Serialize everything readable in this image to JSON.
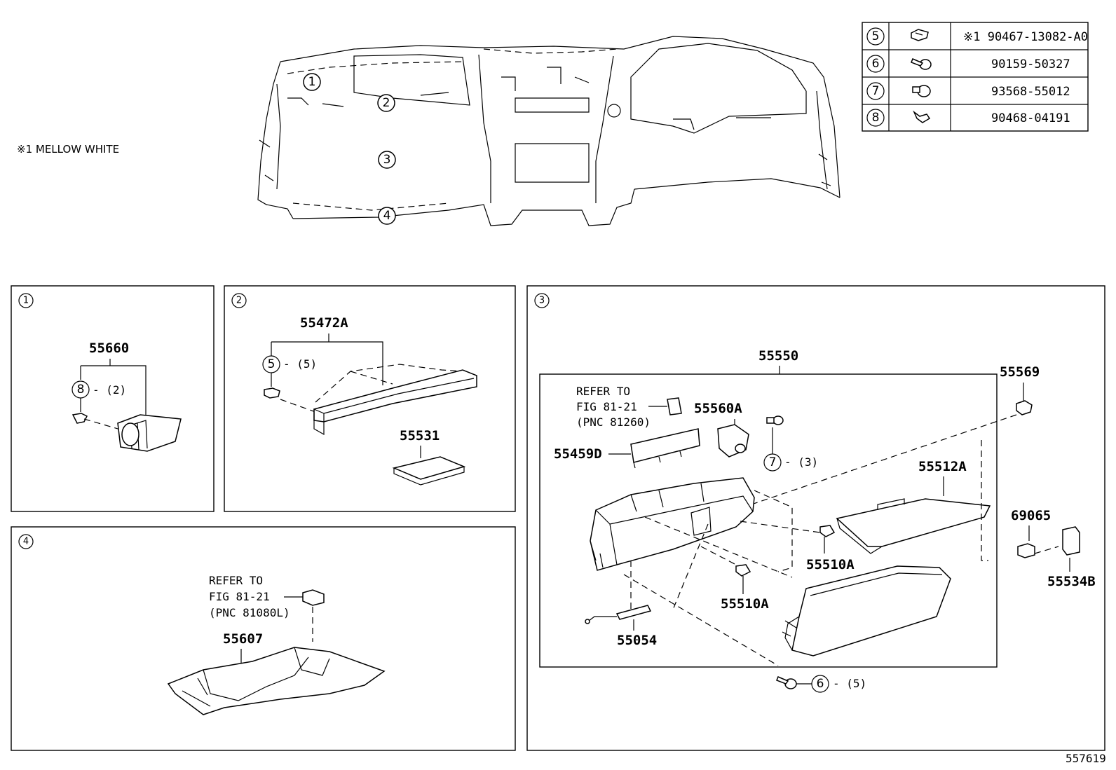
{
  "note": "※1 MELLOW WHITE",
  "diagram_id": "557619",
  "fastener_table": [
    {
      "ref": "5",
      "icon": "clip-icon",
      "part": "※1 90467-13082-A0"
    },
    {
      "ref": "6",
      "icon": "screw-icon",
      "part": "90159-50327"
    },
    {
      "ref": "7",
      "icon": "bolt-icon",
      "part": "93568-55012"
    },
    {
      "ref": "8",
      "icon": "clip-icon",
      "part": "90468-04191"
    }
  ],
  "overview": {
    "callouts": [
      "1",
      "2",
      "3",
      "4"
    ]
  },
  "panel1": {
    "index": "1",
    "part": "55660",
    "fastener_ref": "8",
    "fastener_qty": "- (2)"
  },
  "panel2": {
    "index": "2",
    "parts": [
      "55472A",
      "55531"
    ],
    "fastener_ref": "5",
    "fastener_qty": "- (5)"
  },
  "panel3": {
    "index": "3",
    "assembly": "55550",
    "refer_lines": [
      "REFER TO",
      "FIG 81-21",
      "(PNC 81260)"
    ],
    "parts": [
      "55560A",
      "55459D",
      "55569",
      "55512A",
      "69065",
      "55534B",
      "55510A",
      "55510A",
      "55054"
    ],
    "fastener7_ref": "7",
    "fastener7_qty": "- (3)",
    "fastener6_ref": "6",
    "fastener6_qty": "- (5)"
  },
  "panel4": {
    "index": "4",
    "refer_lines": [
      "REFER TO",
      "FIG 81-21",
      "(PNC 81080L)"
    ],
    "part": "55607"
  }
}
